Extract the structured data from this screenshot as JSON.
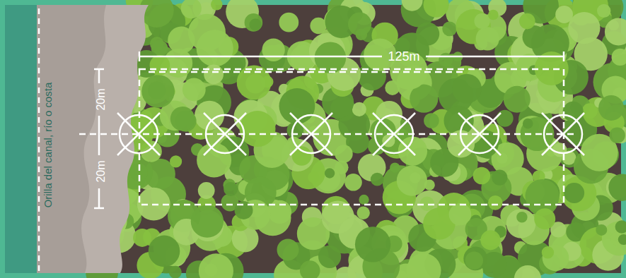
{
  "diagram": {
    "labels": [
      "Orilla del canal, río o costa",
      "125m",
      "20m",
      "20m"
    ]
  }
}
